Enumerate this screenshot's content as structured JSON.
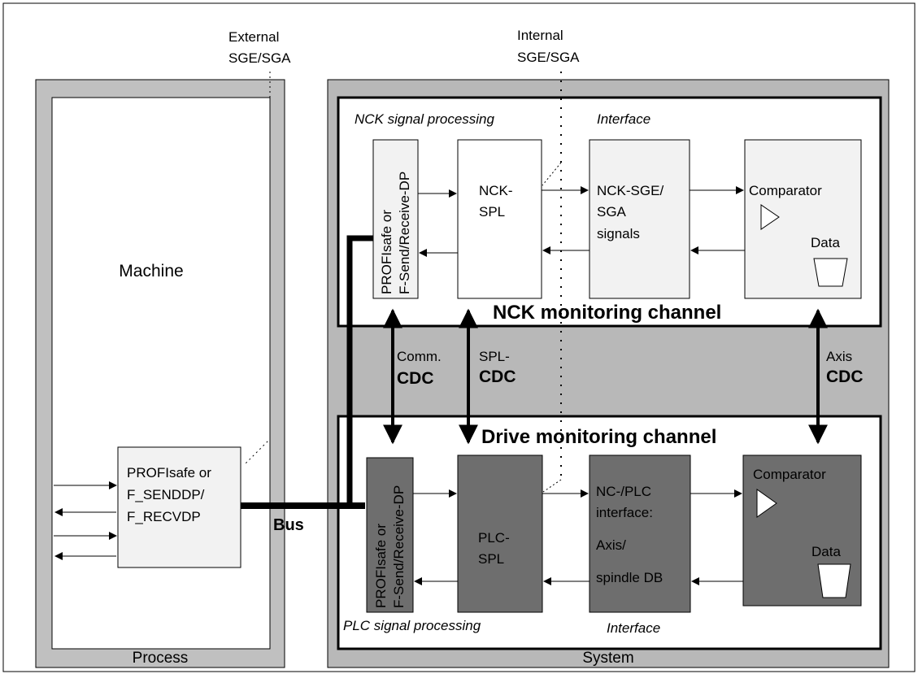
{
  "colors": {
    "process_bg": "#c0c0c0",
    "system_bg": "#b8b8b8",
    "nck_box": "#f2f2f2",
    "drive_box": "#6e6e6e",
    "white": "#ffffff",
    "line": "#000000"
  },
  "signals": {
    "external": [
      "External",
      "SGE/SGA"
    ],
    "internal": [
      "Internal",
      "SGE/SGA"
    ]
  },
  "process": {
    "title": "Machine",
    "footer": "Process",
    "interface_box": [
      "PROFIsafe or",
      "F_SENDDP/",
      "F_RECVDP"
    ]
  },
  "bus_label": "Bus",
  "system": {
    "footer": "System",
    "nck": {
      "channel_title": "NCK monitoring channel",
      "signal_processing": "NCK signal processing",
      "interface": "Interface",
      "profisafe": [
        "PROFIsafe or",
        "F-Send/Receive-DP"
      ],
      "spl": [
        "NCK-",
        "SPL"
      ],
      "sge": [
        "NCK-SGE/",
        "SGA",
        "signals"
      ],
      "comparator": "Comparator",
      "data": "Data"
    },
    "cdc": {
      "comm": [
        "Comm.",
        "CDC"
      ],
      "spl": [
        "SPL-",
        "CDC"
      ],
      "axis": [
        "Axis",
        "CDC"
      ]
    },
    "drive": {
      "channel_title": "Drive monitoring channel",
      "signal_processing": "PLC signal processing",
      "interface": "Interface",
      "profisafe": [
        "PROFIsafe or",
        "F-Send/Receive-DP"
      ],
      "spl": [
        "PLC-",
        "SPL"
      ],
      "plc_interface": [
        "NC-/PLC",
        "interface:",
        "Axis/",
        "spindle DB"
      ],
      "comparator": "Comparator",
      "data": "Data"
    }
  }
}
